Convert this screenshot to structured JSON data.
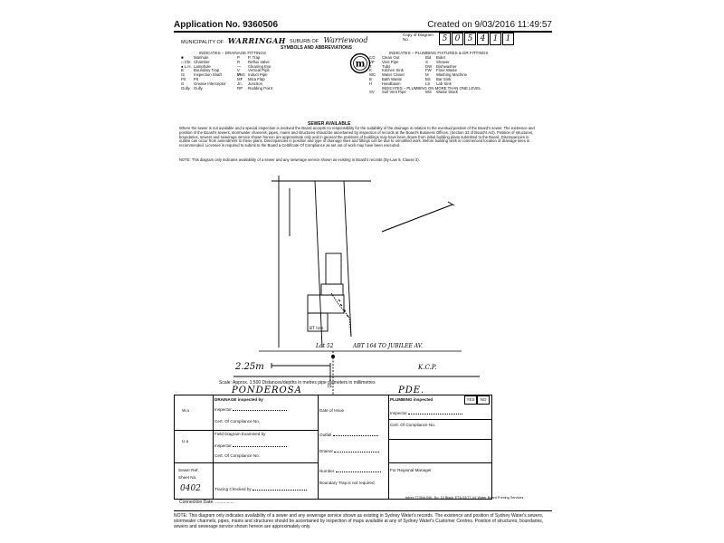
{
  "header": {
    "application_no": "Application No. 9360506",
    "created_on": "Created on 9/03/2016 11:49:57"
  },
  "form_top": {
    "municipality_label": "MUNICIPALITY OF",
    "municipality_value": "WARRINGAH",
    "suburb_label": "SUBURB OF",
    "suburb_value": "Warriewood",
    "ref_label": "Copy of Diagram No.",
    "ref_digits": [
      "5",
      "0",
      "5",
      "4",
      "1",
      "1"
    ],
    "symbols_title": "SYMBOLS AND ABBREVIATIONS",
    "drainage_title": "INDICATES – DRAINAGE FITTINGS",
    "plumbing_title": "INDICATES – PLUMBING FIXTURES & DR FITTINGS"
  },
  "legend_drainage": [
    [
      "■",
      "Manhole",
      "P",
      "P. Trap"
    ],
    [
      "□ Chr.",
      "Chamber",
      "R",
      "Reflux Valve"
    ],
    [
      "● L.H.",
      "Lamphole",
      "—",
      "Cleaning Eye"
    ],
    [
      "B",
      "Boundary Trap",
      "V Vent",
      "Vertical Pipe"
    ],
    [
      "IS",
      "Inspection Shaft",
      "IP",
      "Induct Pipe"
    ],
    [
      "Pit",
      "Pit",
      "MF",
      "Mica Flap"
    ],
    [
      "G",
      "Grease Interceptor",
      "Jn.",
      "Junction"
    ],
    [
      "Gully",
      "Gully",
      "RP",
      "Rodding Point"
    ]
  ],
  "legend_plumbing": [
    [
      "CO",
      "Clean Out",
      "Bid",
      "Bidet"
    ],
    [
      "VP",
      "Vent Pipe",
      "S",
      "Shower"
    ],
    [
      "T",
      "Tubs",
      "DW",
      "Dishwasher"
    ],
    [
      "K",
      "Kitchen Sink",
      "FW",
      "Floor Waste"
    ],
    [
      "WC",
      "Water Closet",
      "M",
      "Washing Machine"
    ],
    [
      "B",
      "Bath Waste",
      "BS",
      "Bar Sink"
    ],
    [
      "H",
      "Handbasin",
      "LS",
      "Lab Sink"
    ],
    [
      "",
      "INDICATES – PLUMBING ON MORE THAN ONE LEVEL",
      "",
      ""
    ],
    [
      "SV",
      "Soil Vent Pipe",
      "WS",
      "Waste Stack"
    ]
  ],
  "sewer_title": "SEWER AVAILABLE",
  "notice_text": "Where the sewer is not available and a special inspection is involved the Board accepts no responsibility for the suitability of the drainage in relation to the eventual position of the Board's sewer. The existence and position of the Board's sewers, stormwater channels, pipes, mains and structures should be ascertained by inspection of records at the Board's Business Offices. (Section 33 of Board's Act). Position of structures, boundaries, sewers and sewerage service shown hereon are approximate only and in general the positions of buildings may have been drawn from initial building plans submitted to the Board. Discrepancies in outline can occur from amendment to these plans. Discrepancies in position and type of drainage lines and fittings can be due to unnotified work. Before building work is commenced location of drainage lines is recommended. Licensee is required to submit to the Board a Certificate Of Compliance as set out of work may have been executed.",
  "notice_note": "NOTE: This diagram only indicates availability of a sewer and any sewerage service shown as existing in Board's records (By-Law 9, Clause 3).",
  "diagram": {
    "building_label": "BT line",
    "lot_label": "Lot 52",
    "address_note": "ABT 164 TO JUBILEE AV.",
    "measure": "2.25m",
    "kcp": "K.C.P.",
    "road_left": "PONDEROSA",
    "road_right": "PDE.",
    "sewer_mark": "IS"
  },
  "scale_line": "Scale: Approx. 1:500     Distances/depths in metres     pipe diameters in millimetres",
  "form": {
    "drainage_inspected": "DRAINAGE inspected by",
    "wa": "W.a",
    "inspector": "Inspector",
    "cert_compliance": "Cert. Of Compliance No.",
    "ua": "U.a",
    "field_diagram": "Field Diagram Examined by",
    "sewer_ref": "Sewer Ref.",
    "sheet_no": "Sheet No.",
    "sheet_value": "0402",
    "tracing_checked": "Tracing Checked by",
    "date_of_issue": "Date of Issue",
    "outfall": "Outfall",
    "drainer": "Drainer",
    "number": "Number",
    "boundary_trap": "Boundary Trap is not required",
    "plumbing_inspected": "PLUMBING inspected",
    "yes": "YES",
    "no": "NO",
    "inspector2": "Inspector",
    "cert_compliance2": "Cert. Of Compliance No.",
    "regional_manager": "For Regional Manager"
  },
  "connection_date": "Connection Date: ...............",
  "printer_note": "Intrex 77/544 INK. No. 10 Black  'ETA 03/77-44' Water Board Printing Services",
  "footnote": "NOTE: This diagram only indicates availability of a sewer and any sewerage service shown as existing in Sydney Water's records. The existence and position of Sydney Water's sewers, stormwater channels, pipes, mains and structures should be ascertained by inspection of maps available at any of Sydney Water's Customer Centres. Position of structures, boundaries, sewers and sewerage service shown hereon are approximately only."
}
